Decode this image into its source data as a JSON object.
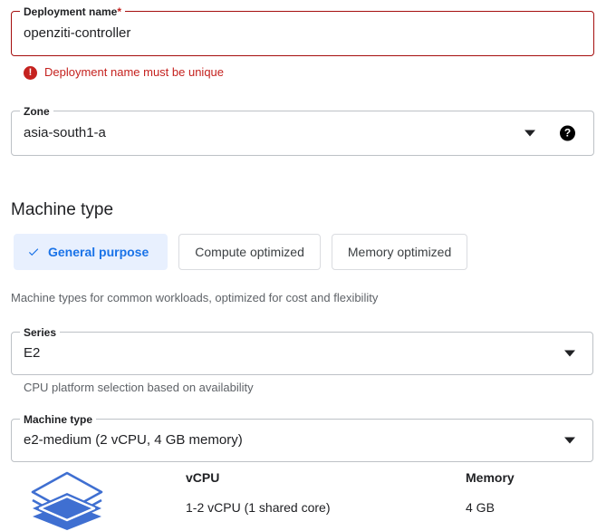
{
  "form": {
    "deployment_name": {
      "label": "Deployment name",
      "required_marker": "*",
      "value": "openziti-controller",
      "error": {
        "icon": "error-exclamation-icon",
        "message": "Deployment name must be unique"
      }
    },
    "zone": {
      "label": "Zone",
      "value": "asia-south1-a",
      "caret_icon": "chevron-down-icon",
      "help_icon": "help-circle-icon",
      "help_glyph": "?"
    }
  },
  "machine_type_section": {
    "heading": "Machine type",
    "toggles": [
      {
        "label": "General purpose",
        "selected": true,
        "icon": "check-icon"
      },
      {
        "label": "Compute optimized",
        "selected": false
      },
      {
        "label": "Memory optimized",
        "selected": false
      }
    ],
    "toggle_helper": "Machine types for common workloads, optimized for cost and flexibility",
    "series": {
      "label": "Series",
      "value": "E2",
      "caret_icon": "chevron-down-icon"
    },
    "series_helper": "CPU platform selection based on availability",
    "machine_type": {
      "label": "Machine type",
      "value": "e2-medium (2 vCPU, 4 GB memory)",
      "caret_icon": "chevron-down-icon"
    },
    "specs": {
      "icon": "stacked-layers-icon",
      "columns": [
        {
          "header": "vCPU",
          "value": "1-2 vCPU (1 shared core)"
        },
        {
          "header": "Memory",
          "value": "4 GB"
        }
      ]
    }
  },
  "colors": {
    "error_red": "#c5221f",
    "error_border": "#a50e0e",
    "accent_blue": "#1a73e8",
    "chip_blue_bg": "#e8f0fe",
    "icon_blue": "#3f6fd1",
    "border_gray": "#bdc1c6",
    "helper_gray": "#5f6368",
    "text_primary": "#202124"
  }
}
